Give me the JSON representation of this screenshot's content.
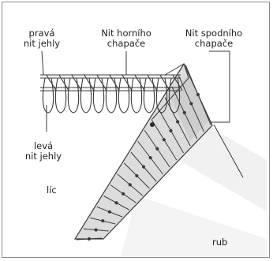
{
  "labels": {
    "right_needle": [
      "pravá",
      "nit jehly"
    ],
    "upper_looper": [
      "Nit horního",
      "chapače"
    ],
    "lower_looper": [
      "Nit spodního",
      "chapače"
    ],
    "left_needle": [
      "levá",
      "nit jehly"
    ],
    "face_side": "líc",
    "back_side": "rub"
  },
  "colors": {
    "line": "#3a3a3a",
    "fabric_fill": "#dcdcdc",
    "fabric_stripe": "#c2c2c2",
    "watermark": "#f1f1f1",
    "frame": "#8c8c8c"
  }
}
